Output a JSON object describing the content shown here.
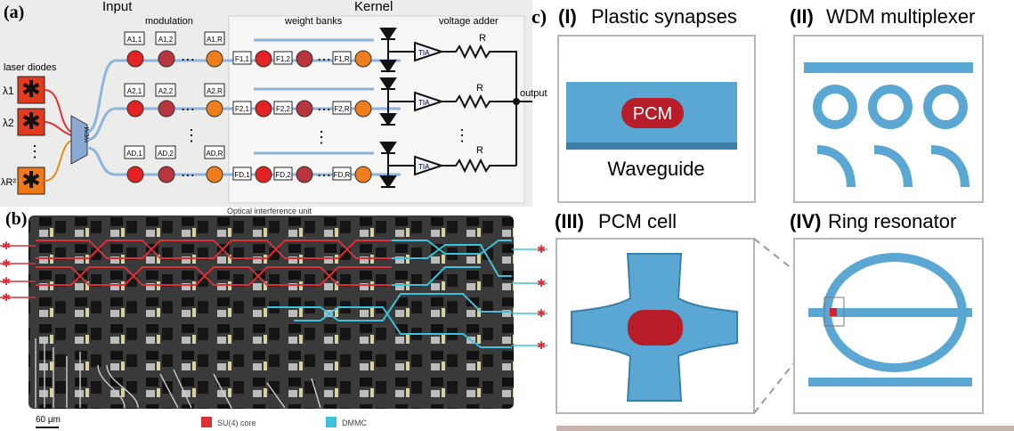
{
  "panel_a": {
    "label": "(a)",
    "input_title": "Input",
    "kernel_title": "Kernel",
    "modulation": "modulation",
    "weight_banks": "weight banks",
    "voltage_adder": "voltage adder",
    "laser_diodes": "laser diodes",
    "wdm": "WDM",
    "output": "output",
    "tia": "TIA",
    "resistor": "R",
    "lambda_labels": [
      "λ1",
      "λ2",
      "λR²"
    ],
    "mod_labels": [
      [
        "A1,1",
        "A1,2",
        "A1,R"
      ],
      [
        "A2,1",
        "A2,2",
        "A2,R"
      ],
      [
        "AD,1",
        "AD,2",
        "AD,R"
      ]
    ],
    "weight_labels": [
      [
        "F1,1",
        "F1,2",
        "F1,R"
      ],
      [
        "F2,1",
        "F2,2",
        "F2,R"
      ],
      [
        "FD,1",
        "FD,2",
        "FD,R"
      ]
    ],
    "ellipsis": "⋯",
    "vdots": "⋮"
  },
  "panel_b": {
    "label": "(b)",
    "title": "Optical interference unit",
    "scale": "60 μm",
    "legend": [
      {
        "label": "SU(4) core",
        "color": "#d9303a"
      },
      {
        "label": "DMMC",
        "color": "#3cc3dc"
      }
    ]
  },
  "panel_c": {
    "label": "c)",
    "I": {
      "num": "(I)",
      "title": "Plastic synapses",
      "pcm": "PCM",
      "waveguide": "Waveguide"
    },
    "II": {
      "num": "(II)",
      "title": "WDM multiplexer"
    },
    "III": {
      "num": "(III)",
      "title": "PCM cell"
    },
    "IV": {
      "num": "(IV)",
      "title": "Ring resonator"
    }
  },
  "colors": {
    "waveguide": "#5aa7d4",
    "waveguide_side": "#3b7fa8",
    "pcm": "#b81d2a",
    "laser": "#e23a1e",
    "laser_orange": "#f07818",
    "ring_red": "#e52222",
    "ring_darkred": "#b8353f",
    "ring_orange": "#f07d1c"
  }
}
